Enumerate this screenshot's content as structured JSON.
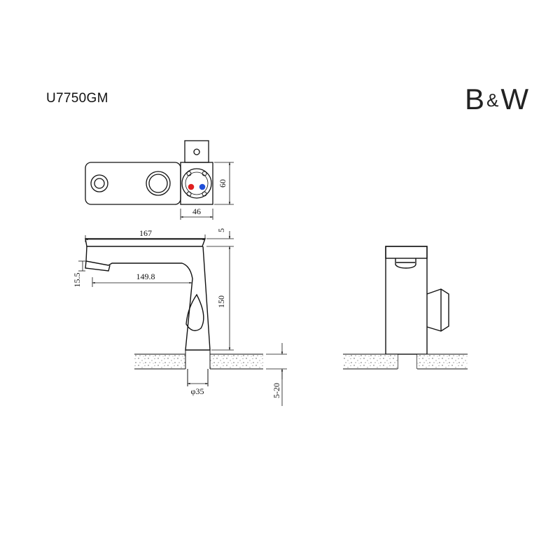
{
  "header": {
    "model_code": "U7750GM",
    "brand_left": "B",
    "brand_amp": "&",
    "brand_right": "W"
  },
  "dimensions": {
    "top_width": "46",
    "top_depth": "60",
    "spout_length": "167",
    "spout_reach": "149.8",
    "spout_height": "15.5",
    "top_thickness": "5",
    "total_height": "150",
    "base_diameter": "φ35",
    "deck_thickness": "5-20"
  },
  "colors": {
    "hot": "#e02020",
    "cold": "#1f4fd8"
  }
}
